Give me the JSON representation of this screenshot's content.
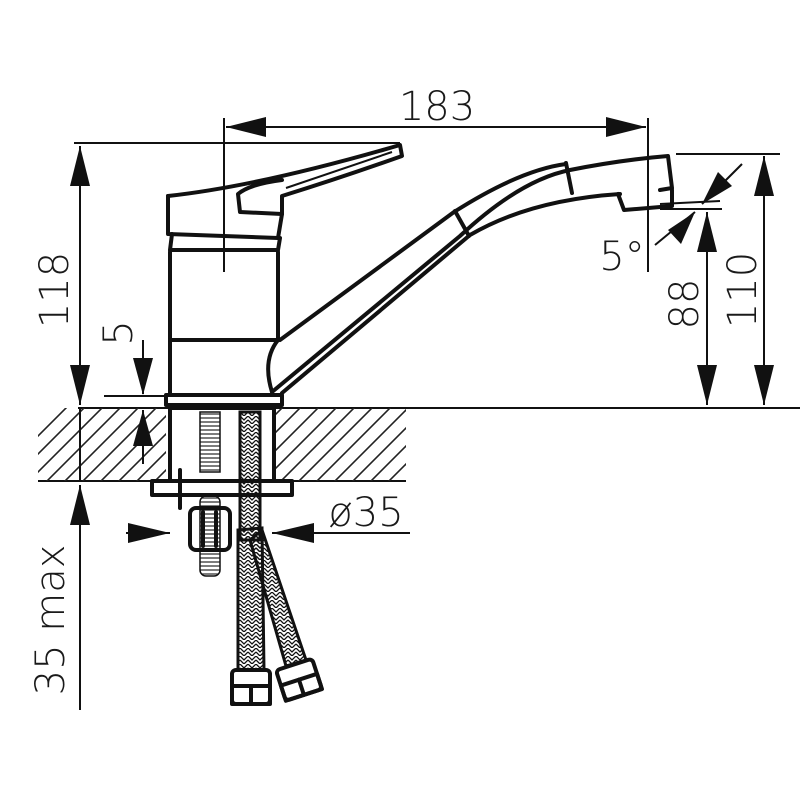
{
  "drawing": {
    "title": "Single-lever kitchen faucet technical drawing",
    "units": "mm",
    "colors": {
      "line": "#111111",
      "background": "#ffffff"
    },
    "dimensions": {
      "spout_reach": "183",
      "total_height": "118",
      "base_ring_height": "5",
      "spout_height_top": "110",
      "aerator_clearance": "88",
      "aerator_angle": "5°",
      "mounting_hole_diameter": "ø35",
      "max_counter_thickness": "35 max"
    }
  }
}
